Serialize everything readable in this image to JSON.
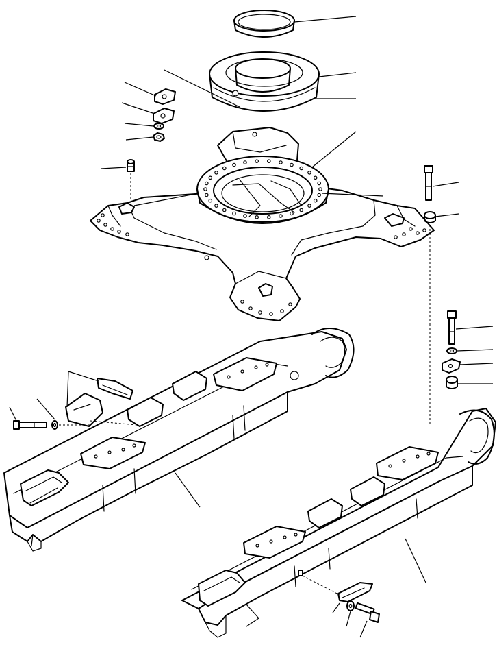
{
  "figure": {
    "parts": [
      {
        "name": "seal-ring"
      },
      {
        "name": "swing-bearing-cover"
      },
      {
        "name": "swing-circle-plate"
      },
      {
        "name": "shim-plate-large"
      },
      {
        "name": "shim-plate-small"
      },
      {
        "name": "washer"
      },
      {
        "name": "nut"
      },
      {
        "name": "grease-fitting"
      },
      {
        "name": "center-frame"
      },
      {
        "name": "bolt-top"
      },
      {
        "name": "collar"
      },
      {
        "name": "bolt-right"
      },
      {
        "name": "spring-washer"
      },
      {
        "name": "plate"
      },
      {
        "name": "spacer"
      },
      {
        "name": "guard-plate-left"
      },
      {
        "name": "cover-plate-left"
      },
      {
        "name": "bolt-left"
      },
      {
        "name": "washer-left"
      },
      {
        "name": "track-frame-left"
      },
      {
        "name": "track-frame-right"
      },
      {
        "name": "guard-bracket-right"
      },
      {
        "name": "washer-bottom"
      },
      {
        "name": "bolt-bottom"
      }
    ]
  },
  "colors": {
    "ink": "#000000",
    "paper": "#ffffff"
  }
}
